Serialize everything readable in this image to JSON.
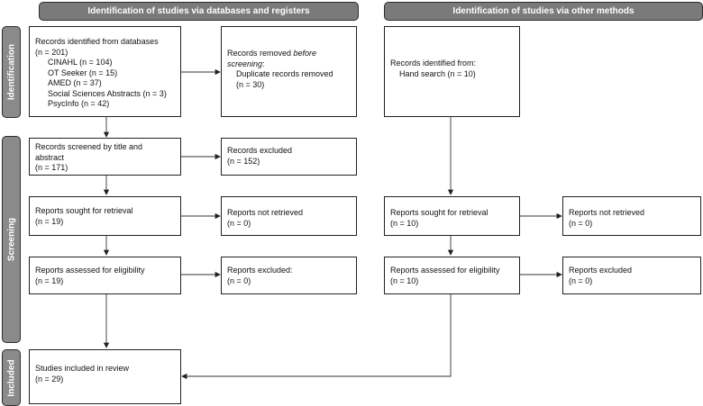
{
  "headers": {
    "databases": "Identification of studies via databases and registers",
    "other": "Identification of studies via other methods"
  },
  "phases": {
    "identification": "Identification",
    "screening": "Screening",
    "included": "Included"
  },
  "boxes": {
    "db_identified": {
      "title": "Records identified from databases",
      "total": "(n = 201)",
      "sources": [
        "CINAHL (n = 104)",
        "OT Seeker (n = 15)",
        "AMED (n = 37)",
        "Social Sciences Abstracts (n = 3)",
        "PsycInfo (n = 42)"
      ]
    },
    "removed": {
      "title_a": "Records removed ",
      "title_b": "before",
      "title_c": "screening",
      "title_d": ":",
      "item": "Duplicate records removed",
      "n": "(n = 30)"
    },
    "screened": {
      "l1": "Records screened by title and",
      "l2": "abstract",
      "l3": "(n = 171)"
    },
    "excluded": {
      "l1": "Records excluded",
      "l2": "(n = 152)"
    },
    "sought_db": {
      "l1": "Reports sought for retrieval",
      "l2": "(n = 19)"
    },
    "not_retrieved_db": {
      "l1": "Reports not retrieved",
      "l2": "(n = 0)"
    },
    "assessed_db": {
      "l1": "Reports assessed for eligibility",
      "l2": "(n = 19)"
    },
    "excluded_reports_db": {
      "l1": "Reports excluded:",
      "l2": "(n = 0)"
    },
    "included": {
      "l1": "Studies included in review",
      "l2": "(n = 29)"
    },
    "other_identified": {
      "l1": "Records identified from:",
      "l2": "Hand search (n = 10)"
    },
    "sought_other": {
      "l1": "Reports sought for retrieval",
      "l2": "(n = 10)"
    },
    "not_retrieved_other": {
      "l1": "Reports not retrieved",
      "l2": "(n = 0)"
    },
    "assessed_other": {
      "l1": "Reports assessed for eligibility",
      "l2": "(n = 10)"
    },
    "excluded_reports_other": {
      "l1": "Reports excluded",
      "l2": "(n = 0)"
    }
  }
}
